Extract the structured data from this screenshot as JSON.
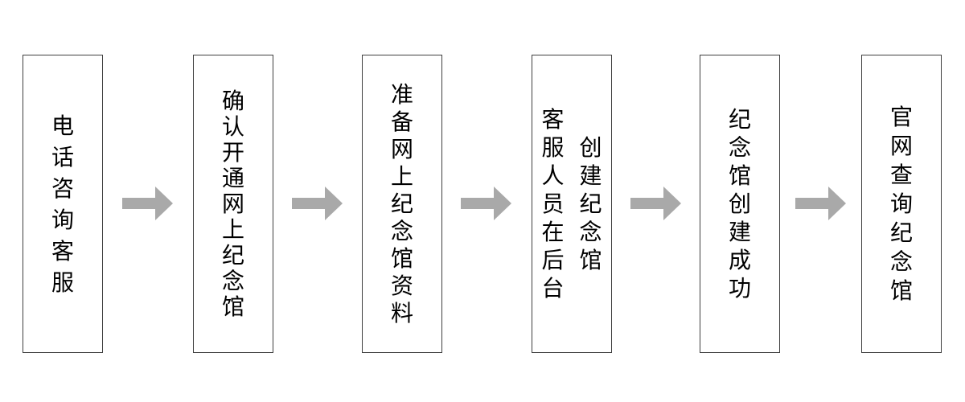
{
  "flowchart": {
    "background_color": "#ffffff",
    "box_border_color": "#3f3f3f",
    "text_color": "#000000",
    "arrow_color": "#a9a9a9",
    "arrow_icon": "right-block-arrow",
    "steps": [
      {
        "index": 1,
        "lines": [
          "电话咨询客服"
        ]
      },
      {
        "index": 2,
        "lines": [
          "确认开通网上纪念馆"
        ]
      },
      {
        "index": 3,
        "lines": [
          "准备网上纪念馆资料"
        ]
      },
      {
        "index": 4,
        "lines": [
          "客服人员在后台",
          "创建纪念馆"
        ]
      },
      {
        "index": 5,
        "lines": [
          "纪念馆创建成功"
        ]
      },
      {
        "index": 6,
        "lines": [
          "官网查询纪念馆"
        ]
      }
    ]
  }
}
